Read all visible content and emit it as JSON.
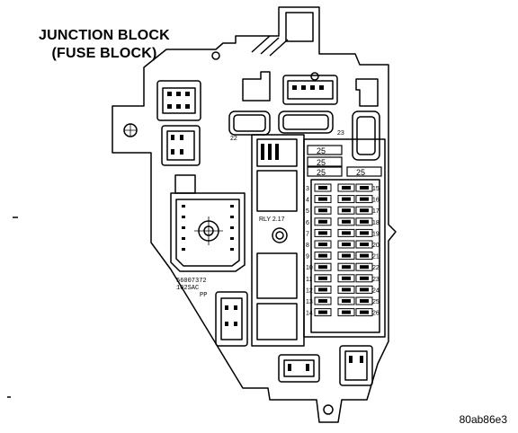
{
  "title": {
    "line1": "JUNCTION BLOCK",
    "line2": "(FUSE BLOCK)"
  },
  "reference_code": "80ab86e3",
  "labels": {
    "part_number": "56007372",
    "part_suffix": "102SAC",
    "part_code": "PP",
    "small_a": "22",
    "small_b": "23",
    "relay_label": "RLY 2.17",
    "fuse_25a": "25",
    "fuse_25b": "25",
    "fuse_25c": "25",
    "fuse_25d": "25"
  },
  "fuse_columns": {
    "left_numbers": [
      "3",
      "4",
      "5",
      "6",
      "7",
      "8",
      "9",
      "10",
      "11",
      "12",
      "13",
      "14"
    ],
    "right_numbers": [
      "15",
      "16",
      "17",
      "18",
      "19",
      "20",
      "21",
      "22",
      "23",
      "24",
      "25",
      "26"
    ]
  }
}
